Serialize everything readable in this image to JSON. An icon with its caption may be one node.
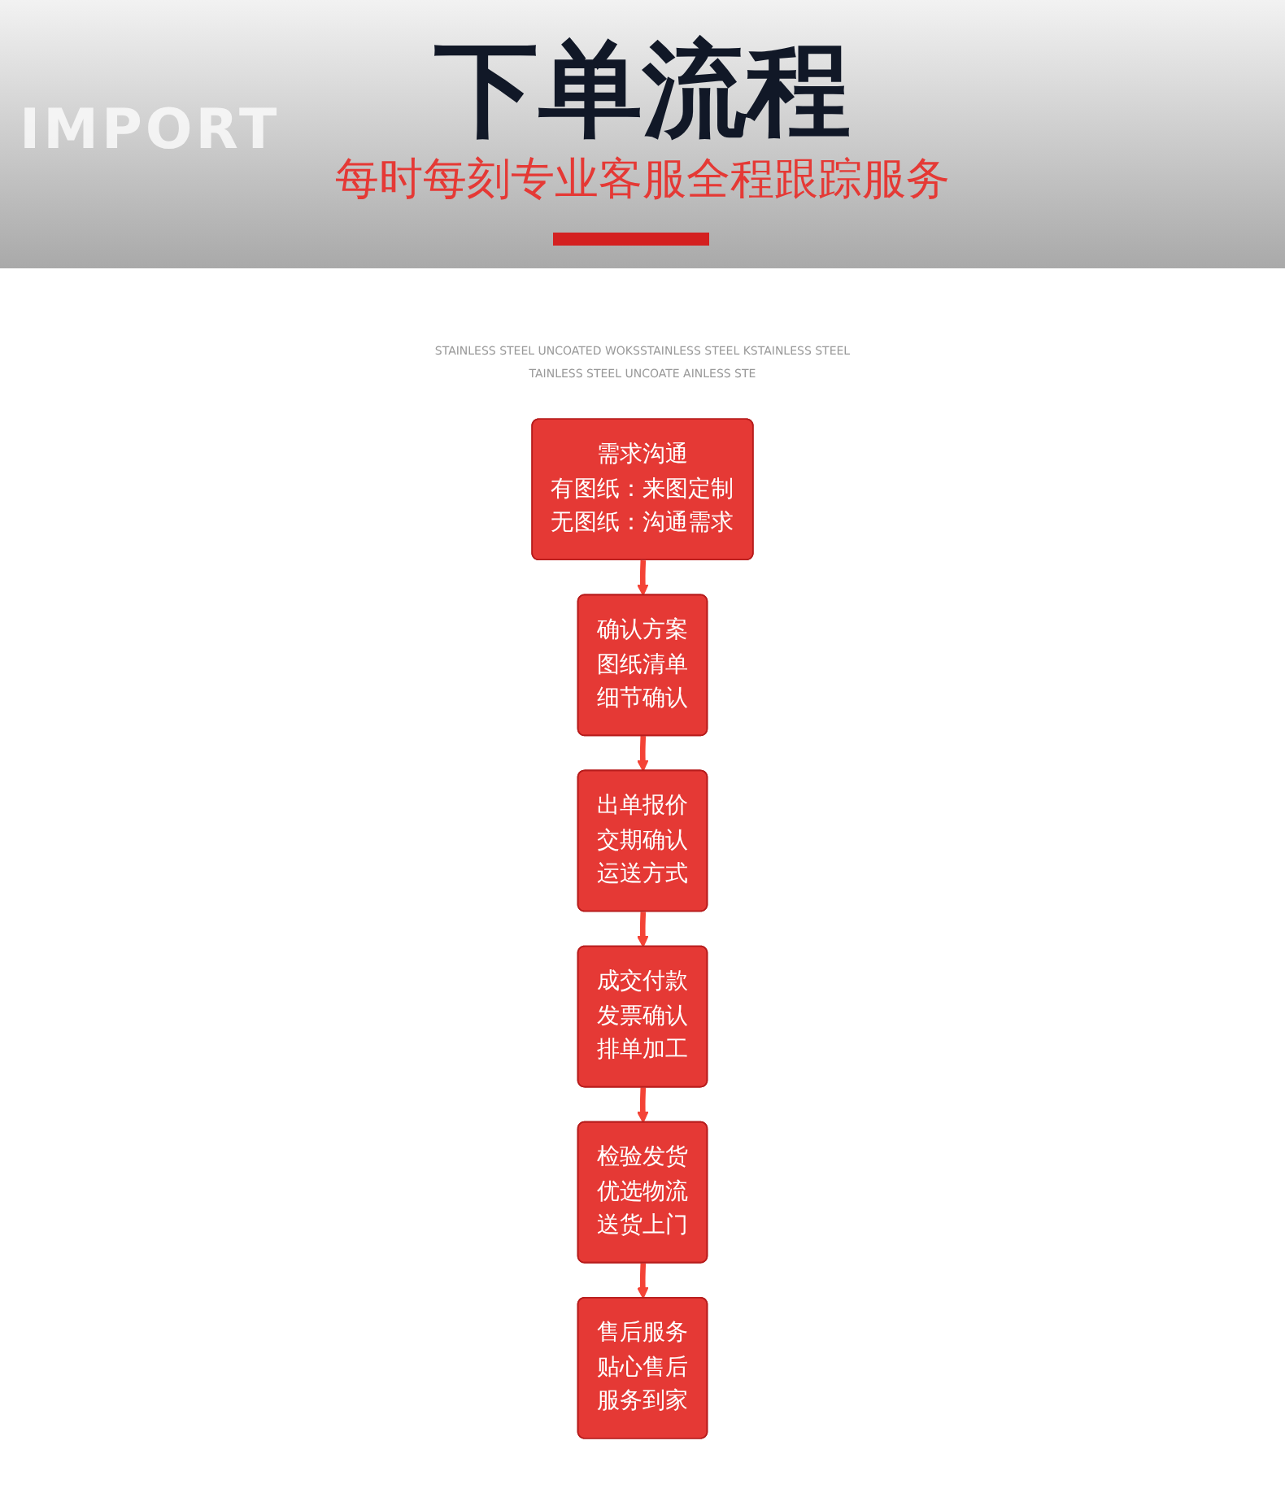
{
  "diagram": {
    "title": "下单流程",
    "nodes": [
      {
        "text": [
          "需求沟通",
          "有图纸：来图定制",
          "无图纸：沟通需求"
        ]
      },
      {
        "text": [
          "确认方案",
          "图纸清单",
          "细节确认"
        ]
      },
      {
        "text": [
          "出单报价",
          "交期确认",
          "运送方式"
        ]
      },
      {
        "text": [
          "售后服务",
          "贴心售后",
          "服务到家"
        ]
      },
      {
        "text": [
          "检验发货",
          "优选物流",
          "送货上门"
        ]
      },
      {
        "text": [
          "成交付款",
          "发票确认",
          "排单加工"
        ]
      }
    ],
    "edges": [
      {
        "from": 0,
        "to": 1,
        "arrow": "to"
      },
      {
        "from": 1,
        "to": 2,
        "arrow": "to"
      },
      {
        "from": 2,
        "to": 5,
        "arrow": "to"
      },
      {
        "from": 5,
        "to": 4,
        "arrow": "to"
      },
      {
        "from": 4,
        "to": 3,
        "arrow": "to"
      }
    ],
    "labels": [
      "IMPORT",
      "每时每刻专业客服全程跟踪服务",
      "STAINLESS STEEL UNCOATED WOKSSTAINLESS STEEL KSTAINLESS STEEL",
      "TAINLESS STEEL UNCOATE AINLESS STE"
    ]
  }
}
